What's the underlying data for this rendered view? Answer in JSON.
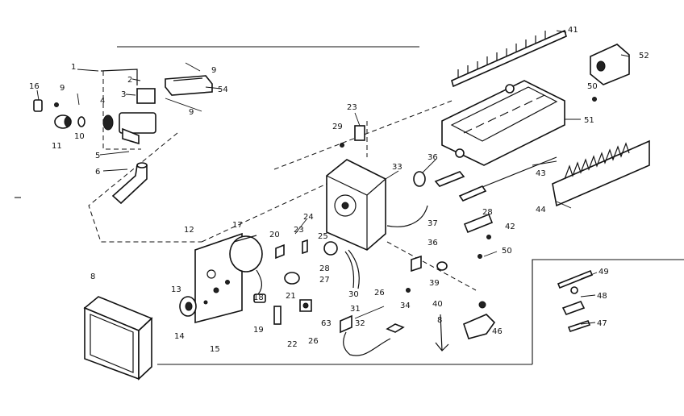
{
  "labels": {
    "l1": "1",
    "l2": "2",
    "l3": "3",
    "l4": "4",
    "l5": "5",
    "l6": "6",
    "l8": "8",
    "l9a": "9",
    "l9b": "9",
    "l9c": "9",
    "l10": "10",
    "l11": "11",
    "l12": "12",
    "l13": "13",
    "l14": "14",
    "l15": "15",
    "l16": "16",
    "l17": "17",
    "l18": "18",
    "l19": "19",
    "l20": "20",
    "l21": "21",
    "l22": "22",
    "l23a": "23",
    "l23b": "23",
    "l24": "24",
    "l25": "25",
    "l26a": "26",
    "l26b": "26",
    "l27": "27",
    "l28a": "28",
    "l28b": "28",
    "l29": "29",
    "l30": "30",
    "l31": "31",
    "l32": "32",
    "l33": "33",
    "l34": "34",
    "l36a": "36",
    "l36b": "36",
    "l37": "37",
    "l39": "39",
    "l40": "40",
    "l41": "41",
    "l42": "42",
    "l43": "43",
    "l44": "44",
    "l46": "46",
    "l47": "47",
    "l48": "48",
    "l49": "49",
    "l50a": "50",
    "l50b": "50",
    "l51": "51",
    "l52": "52",
    "l54": "54",
    "l63": "63",
    "l8b": "8"
  }
}
